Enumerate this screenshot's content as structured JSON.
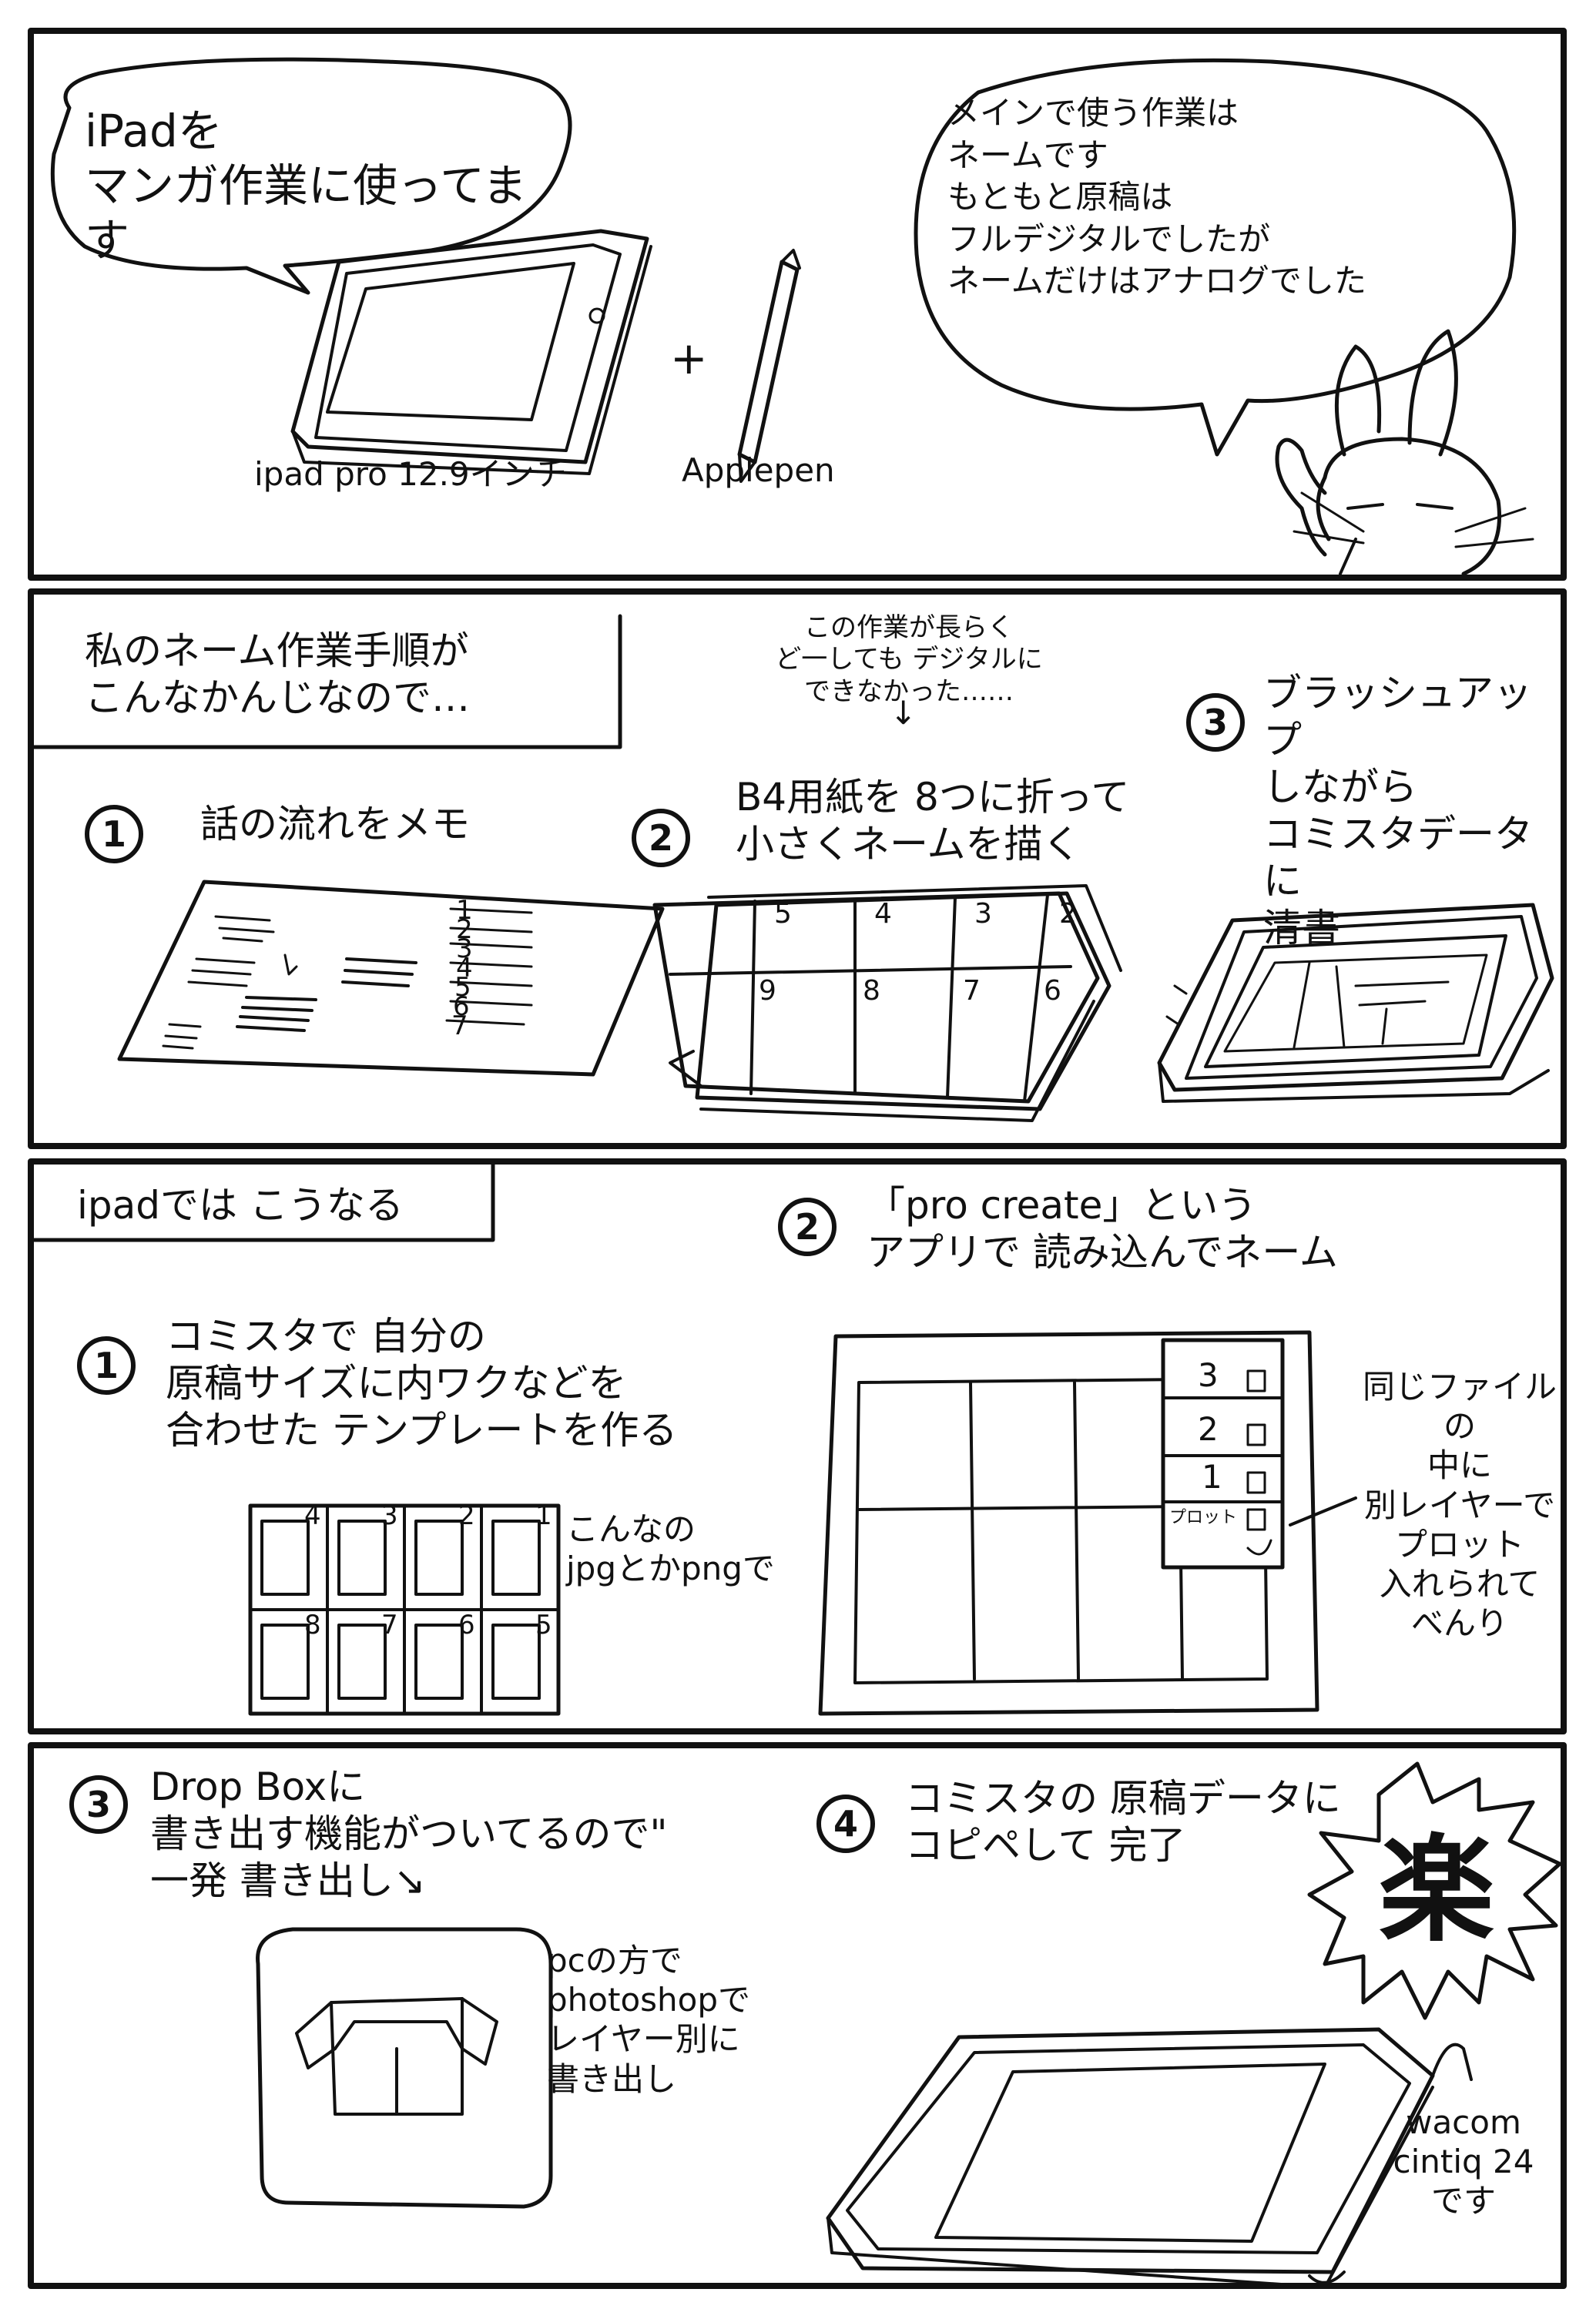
{
  "panel1": {
    "bubble_title": "iPadを\nマンガ作業に使ってます",
    "ipad_label": "ipad pro 12.9インチ",
    "plus": "+",
    "pen_label": "Applepen",
    "bubble_main": "メインで使う作業は\nネームです\nもともと原稿は\nフルデジタルでしたが\nネームだけはアナログでした"
  },
  "panel2": {
    "header": "私のネーム作業手順が\nこんなかんじなので…",
    "note": "この作業が長らく\nど一しても デジタルに\nできなかった……",
    "arrow": "↓",
    "step1_num": "1",
    "step1_text": "話の流れをメモ",
    "memo_numbers": [
      "1",
      "2",
      "3",
      "4",
      "5",
      "6",
      "7"
    ],
    "step2_num": "2",
    "step2_text": "B4用紙を 8つに折って\n小さくネームを描く",
    "paper_numbers_top": [
      "5",
      "4",
      "3",
      "2"
    ],
    "paper_numbers_bottom": [
      "9",
      "8",
      "7",
      "6"
    ],
    "step3_num": "3",
    "step3_text": "ブラッシュアップ\nしながら\nコミスタデータに\n清書"
  },
  "panel3": {
    "header": "ipadでは こうなる",
    "step1_num": "1",
    "step1_text": "コミスタで 自分の\n原稿サイズに内ワクなどを\n合わせた テンプレートを作る",
    "template_numbers_top": [
      "4",
      "3",
      "2",
      "1"
    ],
    "template_numbers_bottom": [
      "8",
      "7",
      "6",
      "5"
    ],
    "template_note": "こんなの\njpgとかpngで",
    "step2_num": "2",
    "step2_text": "「pro create」という\nアプリで 読み込んでネーム",
    "layers": [
      "3",
      "2",
      "1",
      "プロット"
    ],
    "layer_note": "同じファイルの\n中に\n別レイヤーで\nプロット\n入れられて\nべんり"
  },
  "panel4": {
    "step3_num": "3",
    "step3_text": "Drop Boxに\n書き出す機能がついてるので\"\n一発 書き出し↘",
    "pc_note": "pcの方で\nphotoshopで\nレイヤー別に\n書き出し",
    "step4_num": "4",
    "step4_text": "コミスタの 原稿データに\nコピペして 完了",
    "raku": "楽",
    "wacom_note": "wacom\ncintiq 24\nです"
  }
}
